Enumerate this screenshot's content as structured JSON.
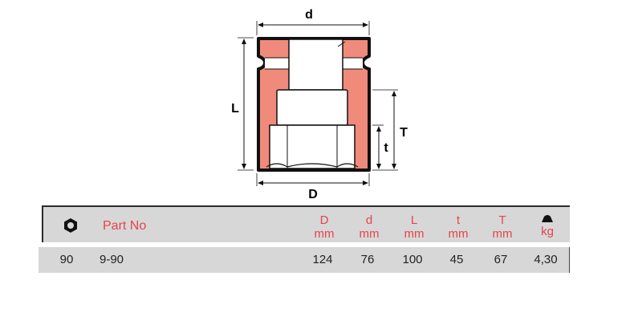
{
  "drawing": {
    "labels": {
      "d": "d",
      "D": "D",
      "L": "L",
      "t": "t",
      "T": "T"
    },
    "colors": {
      "fill": "#f08a7a",
      "outline": "#111111"
    }
  },
  "table": {
    "header": {
      "size_icon": "hex-nut-icon",
      "part_no": "Part No",
      "columns": [
        {
          "sym": "D",
          "unit": "mm"
        },
        {
          "sym": "d",
          "unit": "mm"
        },
        {
          "sym": "L",
          "unit": "mm"
        },
        {
          "sym": "t",
          "unit": "mm"
        },
        {
          "sym": "T",
          "unit": "mm"
        },
        {
          "sym": "weight-icon",
          "unit": "kg"
        }
      ]
    },
    "rows": [
      {
        "size": "90",
        "part_no": "9-90",
        "D": "124",
        "d": "76",
        "L": "100",
        "t": "45",
        "T": "67",
        "kg": "4,30"
      }
    ]
  },
  "colors": {
    "accent": "#e8434d",
    "header_bg": "#d7d7d7"
  }
}
